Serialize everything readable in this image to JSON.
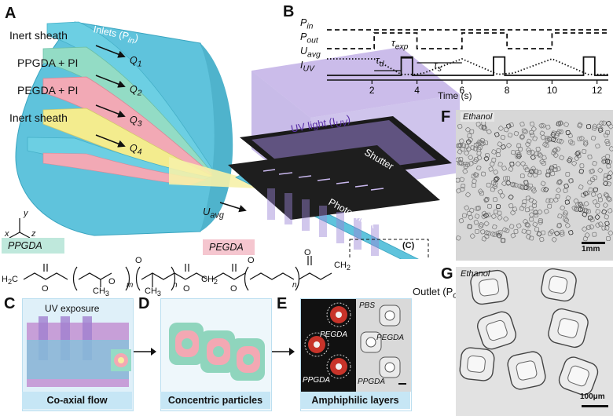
{
  "panels": {
    "a": "A",
    "b": "B",
    "c": "C",
    "d": "D",
    "e": "E",
    "f": "F",
    "g": "G"
  },
  "panel_a": {
    "inlets": "Inlets (P",
    "inlets_sub": "in",
    "inlets_close": ")",
    "streams": [
      {
        "label": "Inert sheath",
        "flow": "Q",
        "flow_sub": "1"
      },
      {
        "label": "PPGDA + PI",
        "flow": "Q",
        "flow_sub": "2"
      },
      {
        "label": "PEGDA + PI",
        "flow": "Q",
        "flow_sub": "3"
      },
      {
        "label": "Inert sheath",
        "flow": "Q",
        "flow_sub": "4"
      }
    ],
    "uv_light": "UV light (I",
    "uv_light_sub": "UV",
    "uv_light_close": ")",
    "shutter": "Shutter",
    "photo_mask": "Photo mask",
    "u_avg": "U",
    "u_avg_sub": "avg",
    "outlet": "Outlet (P",
    "outlet_sub": "out",
    "outlet_close": ")",
    "inset_ref": "(C)",
    "axes": {
      "x": "x",
      "y": "y",
      "z": "z"
    },
    "ppgda_tag": "PPGDA",
    "pegda_tag": "PEGDA",
    "ppgda_formula": {
      "h2c": "H",
      "h2c_sub": "2",
      "h2c_c": "C",
      "o": "O",
      "ch3": "CH",
      "ch3_sub": "3",
      "m": "m",
      "n": "n",
      "ch2": "CH",
      "ch2_sub": "2"
    },
    "pegda_formula": {
      "h2c": "H",
      "h2c_sub": "2",
      "h2c_c": "C",
      "o": "O",
      "n": "n",
      "ch2": "CH",
      "ch2_sub": "2"
    }
  },
  "panel_b": {
    "signals": [
      {
        "label": "P",
        "sub": "in"
      },
      {
        "label": "P",
        "sub": "out"
      },
      {
        "label": "U",
        "sub": "avg"
      },
      {
        "label": "I",
        "sub": "UV"
      }
    ],
    "tau_exp": "τ",
    "tau_exp_sub": "exp",
    "tau_d": "τ",
    "tau_d_sub": "d",
    "tau_s": "τ",
    "tau_s_sub": "s",
    "x_ticks": [
      "2",
      "4",
      "6",
      "8",
      "10",
      "12"
    ],
    "x_label": "Time (s)"
  },
  "chart_data": {
    "type": "line",
    "xlabel": "Time (s)",
    "ylabel": "",
    "xlim": [
      0,
      12.5
    ],
    "x_ticks": [
      2,
      4,
      6,
      8,
      10,
      12
    ],
    "series": [
      {
        "name": "P_in",
        "style": "dashed",
        "x": [
          0,
          12.5
        ],
        "values": [
          1,
          1
        ]
      },
      {
        "name": "P_out",
        "style": "dashed",
        "x": [
          0,
          2.1,
          2.1,
          4,
          4,
          6,
          6,
          8,
          8,
          10,
          10,
          12.5
        ],
        "values": [
          0.6,
          0.6,
          1,
          1,
          0.6,
          0.6,
          1,
          1,
          0.6,
          0.6,
          1,
          1
        ]
      },
      {
        "name": "U_avg",
        "style": "dotted",
        "x": [
          0,
          2.1,
          3.3,
          3.9,
          4.3,
          6,
          7.6,
          8.3,
          10,
          11.6,
          12.5
        ],
        "values": [
          0.35,
          0.35,
          0.02,
          0.02,
          0.05,
          0.35,
          0.02,
          0.05,
          0.35,
          0.02,
          0.02
        ]
      },
      {
        "name": "I_UV",
        "style": "solid",
        "x": [
          0,
          3.3,
          3.3,
          3.8,
          3.8,
          7.4,
          7.4,
          7.9,
          7.9,
          11.4,
          11.4,
          11.9,
          11.9,
          12.5
        ],
        "values": [
          0,
          0,
          0.45,
          0.45,
          0,
          0,
          0.45,
          0.45,
          0,
          0,
          0.45,
          0.45,
          0,
          0
        ]
      }
    ]
  },
  "panel_c": {
    "title": "UV exposure",
    "caption": "Co-axial flow"
  },
  "panel_d": {
    "caption": "Concentric particles"
  },
  "panel_e": {
    "pegda_top": "PEGDA",
    "ppgda_bottom": "PPGDA",
    "pbs": "PBS",
    "pegda_right": "PEGDA",
    "ppgda_right": "PPGDA",
    "caption": "Amphiphilic layers"
  },
  "panel_f": {
    "medium": "Ethanol",
    "scale": "1mm"
  },
  "panel_g": {
    "medium": "Ethanol",
    "scale": "100μm"
  },
  "colors": {
    "sheath": "#62c5dc",
    "ppgda": "#8fd9c2",
    "pegda": "#f3a8b3",
    "sheath2": "#f2ec8c",
    "uv": "#9b7ed8",
    "caption": "#c6e6f5",
    "ppgda_tag": "#bfe8dc",
    "pegda_tag": "#f5c6cf"
  }
}
